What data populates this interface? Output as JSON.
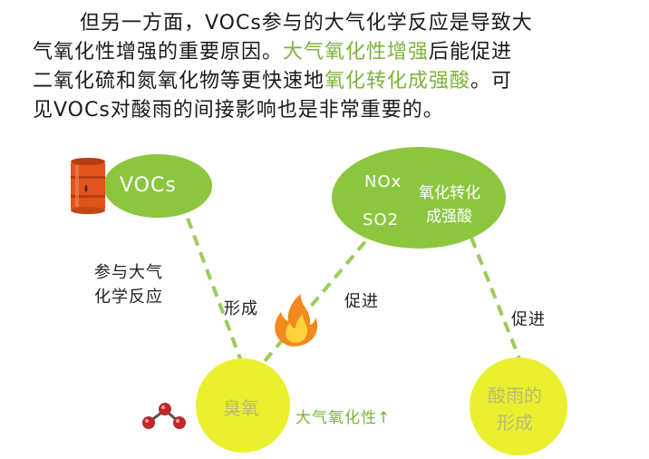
{
  "paragraph": {
    "line1": "但另一方面，VOCs参与的大气化学反应是导致大",
    "line2_a": "气氧化性增强的重要原因。",
    "line2_b": "大气氧化性增强",
    "line2_c": "后能促进",
    "line3_a": "二氧化硫和氮氧化物等更快速地",
    "line3_b": "氧化转化成强酸",
    "line3_c": "。可",
    "line4": "见VOCs对酸雨的间接影响也是非常重要的。"
  },
  "nodes": {
    "vocs": "VOCs",
    "nox": "NOx",
    "so2": "SO2",
    "oxidation_line1": "氧化转化",
    "oxidation_line2": "成强酸",
    "ozone": "臭氧",
    "acid_rain_line1": "酸雨的",
    "acid_rain_line2": "形成"
  },
  "labels": {
    "participate_line1": "参与大气",
    "participate_line2": "化学反应",
    "form": "形成",
    "promote_1": "促进",
    "promote_2": "促进",
    "oxidizing_up": "大气氧化性↑"
  },
  "colors": {
    "green": "#8cc63f",
    "yellow": "#eaf02e",
    "barrel": "#e2541c",
    "dash": "#9ccc5a",
    "highlight": "#7db33a"
  },
  "icons": [
    "oil-barrel-icon",
    "fire-icon",
    "molecule-icon"
  ]
}
